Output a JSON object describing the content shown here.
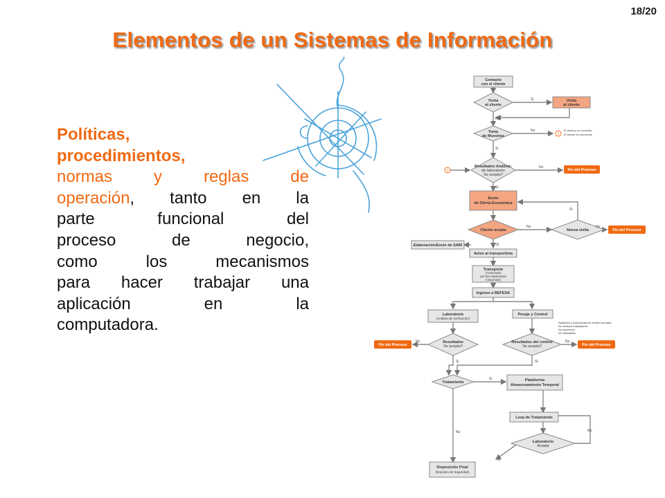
{
  "slide": {
    "page_number": "18/20",
    "title": "Elementos de un Sistemas de Información",
    "body": {
      "line1": "Políticas,",
      "line2": "procedimientos,",
      "line3_highlight": "normas y reglas de",
      "line4_highlight": "operación",
      "line4_rest": ", tanto en la",
      "line5": "parte funcional del",
      "line6": "proceso de negocio,",
      "line7": "como los mecanismos",
      "line8": "para hacer trabajar una",
      "line9": "aplicación en la",
      "line10": "computadora."
    },
    "colors": {
      "accent": "#f06a13",
      "decor": "#4aa3d9",
      "salmon": "#f4a582",
      "text": "#111111"
    }
  },
  "flowchart": {
    "contacto": "Contacto",
    "contacto2": "con el cliente",
    "visita_q1": "Visita",
    "visita_q2": "al cliente",
    "visita_box1": "Visita",
    "visita_box2": "al cliente",
    "toma1": "Toma",
    "toma2": "de Muestras",
    "note1a": "El residuo es conocido",
    "note1b": "El cliente es recurrente",
    "res1": "Resultados Análisis:",
    "res2": "de laboratorio",
    "res3": "Se acepta?",
    "fin1": "Fin del Proceso",
    "envio1": "Envío",
    "envio2": "de Oferta Económica",
    "cliente_acepta": "Cliente acepta",
    "nueva_visita": "Nueva visita",
    "fin2": "Fin del Proceso",
    "sari": "Elaboración/Envío de SARI",
    "aviso": "Aviso al transportista",
    "transporte1": "Transporte",
    "transporte2": "(Autorizado",
    "transporte3": "por las respectivas",
    "transporte4": "instancias)",
    "ingreso": "Ingreso a BEFESA",
    "lab1": "Laboratorio",
    "lab2": "(Análisis de verificación)",
    "pesaje": "Pesaje y Control",
    "note2a": "Radiación y explosividad en niveles normales",
    "note2b": "No residuos hospitalarios",
    "note2c": "No explosivos",
    "note2d": "No inflamables",
    "resl1": "Resultados",
    "resl2": "Se acepta?",
    "resc1": "Resultados del control",
    "resc2": "Se acepta?",
    "fin3": "Fin del Proceso",
    "fin4": "Fin del Proceso",
    "tratamiento": "Tratamiento",
    "plataforma1": "Plataforma",
    "plataforma2": "Almacenamiento Temporal",
    "losa": "Losa de Tratamiento",
    "labf1": "Laboratorio",
    "labf2": "Acepta",
    "disp1": "Disposición Final",
    "disp2": "(Depósito de Seguridad)",
    "si": "Si",
    "no": "No",
    "one": "1"
  }
}
